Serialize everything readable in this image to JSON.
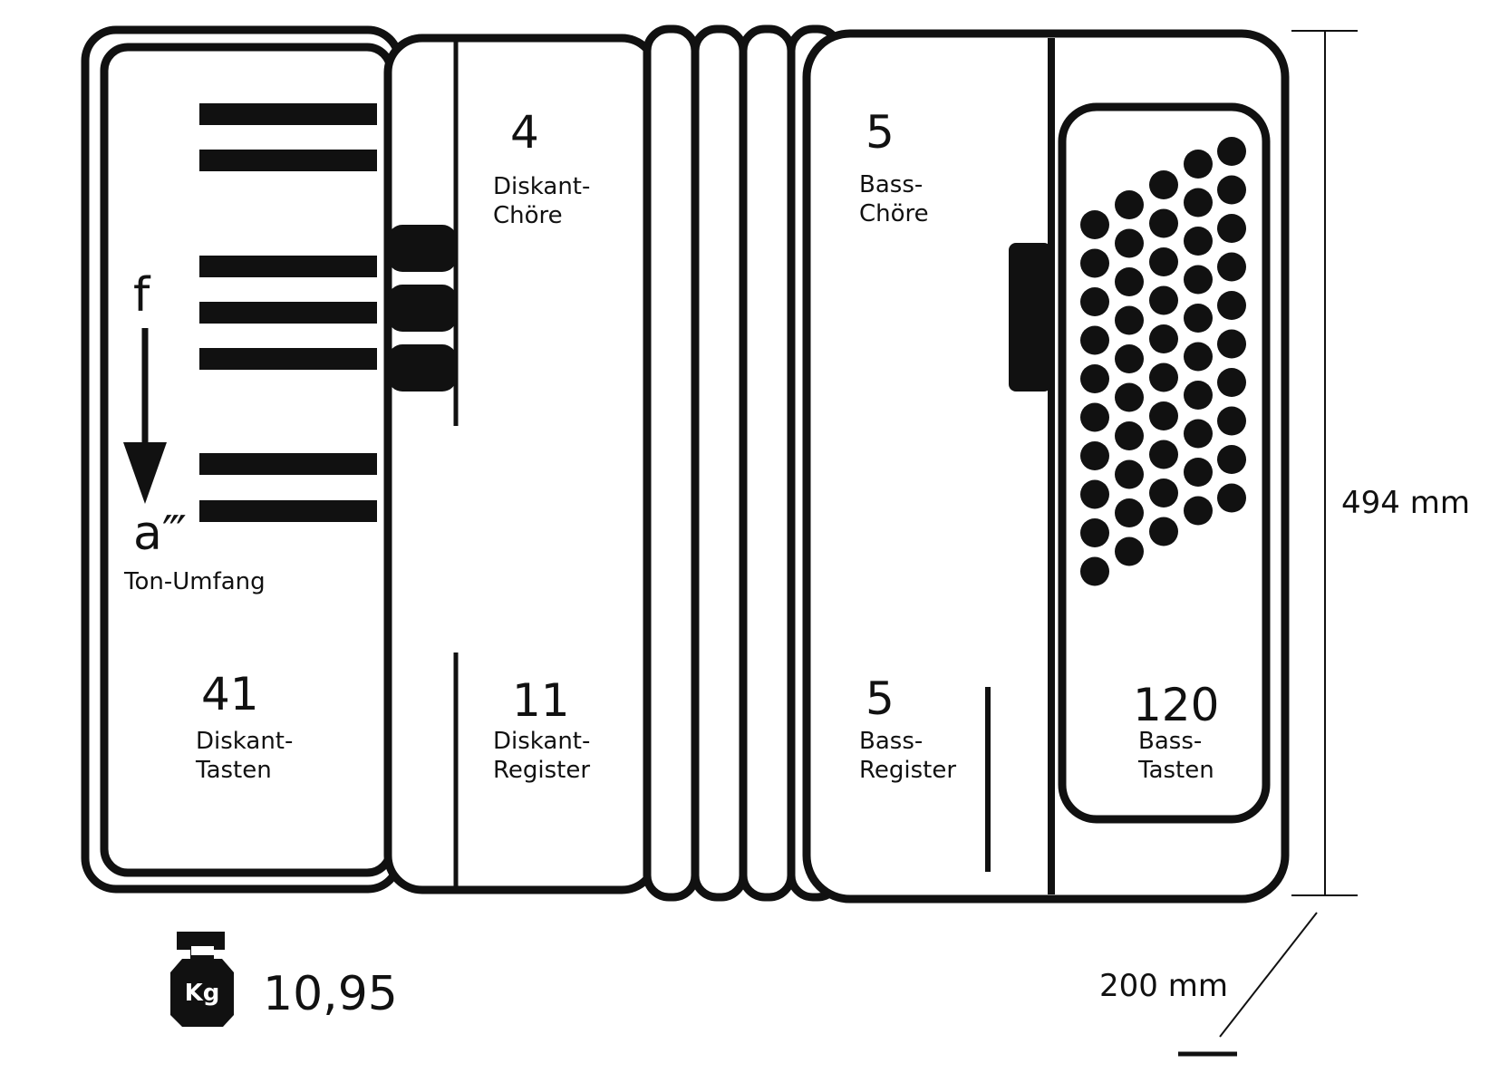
{
  "treble": {
    "range_high": "f",
    "range_low": "a‴",
    "range_caption": "Ton-Umfang",
    "keys_count": "41",
    "keys_label_1": "Diskant-",
    "keys_label_2": "Tasten"
  },
  "treble_choirs": {
    "value": "4",
    "label_1": "Diskant-",
    "label_2": "Chöre"
  },
  "treble_registers": {
    "value": "11",
    "label_1": "Diskant-",
    "label_2": "Register"
  },
  "bass_choirs": {
    "value": "5",
    "label_1": "Bass-",
    "label_2": "Chöre"
  },
  "bass_registers": {
    "value": "5",
    "label_1": "Bass-",
    "label_2": "Register"
  },
  "bass_buttons": {
    "value": "120",
    "label_1": "Bass-",
    "label_2": "Tasten"
  },
  "dimensions": {
    "height": "494 mm",
    "depth": "200 mm"
  },
  "weight": {
    "icon_text": "Kg",
    "value": "10,95",
    "icon": "weight-icon"
  },
  "colors": {
    "stroke": "#111111",
    "background": "#ffffff"
  }
}
